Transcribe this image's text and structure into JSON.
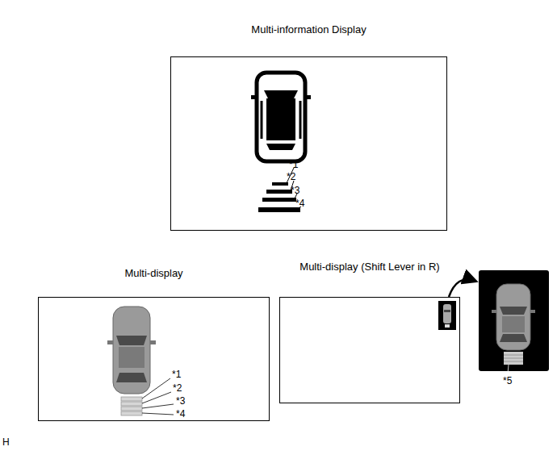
{
  "diagram": {
    "nodes": [
      {
        "text": [
          "Multi-information Display"
        ]
      },
      {
        "text": [
          "Multi-display"
        ]
      },
      {
        "text": [
          "Multi-display (Shift Lever in R)"
        ]
      }
    ],
    "labels": [
      "*1",
      "*2",
      "*3",
      "*4",
      "*1",
      "*2",
      "*3",
      "*4",
      "*5",
      "H"
    ]
  }
}
